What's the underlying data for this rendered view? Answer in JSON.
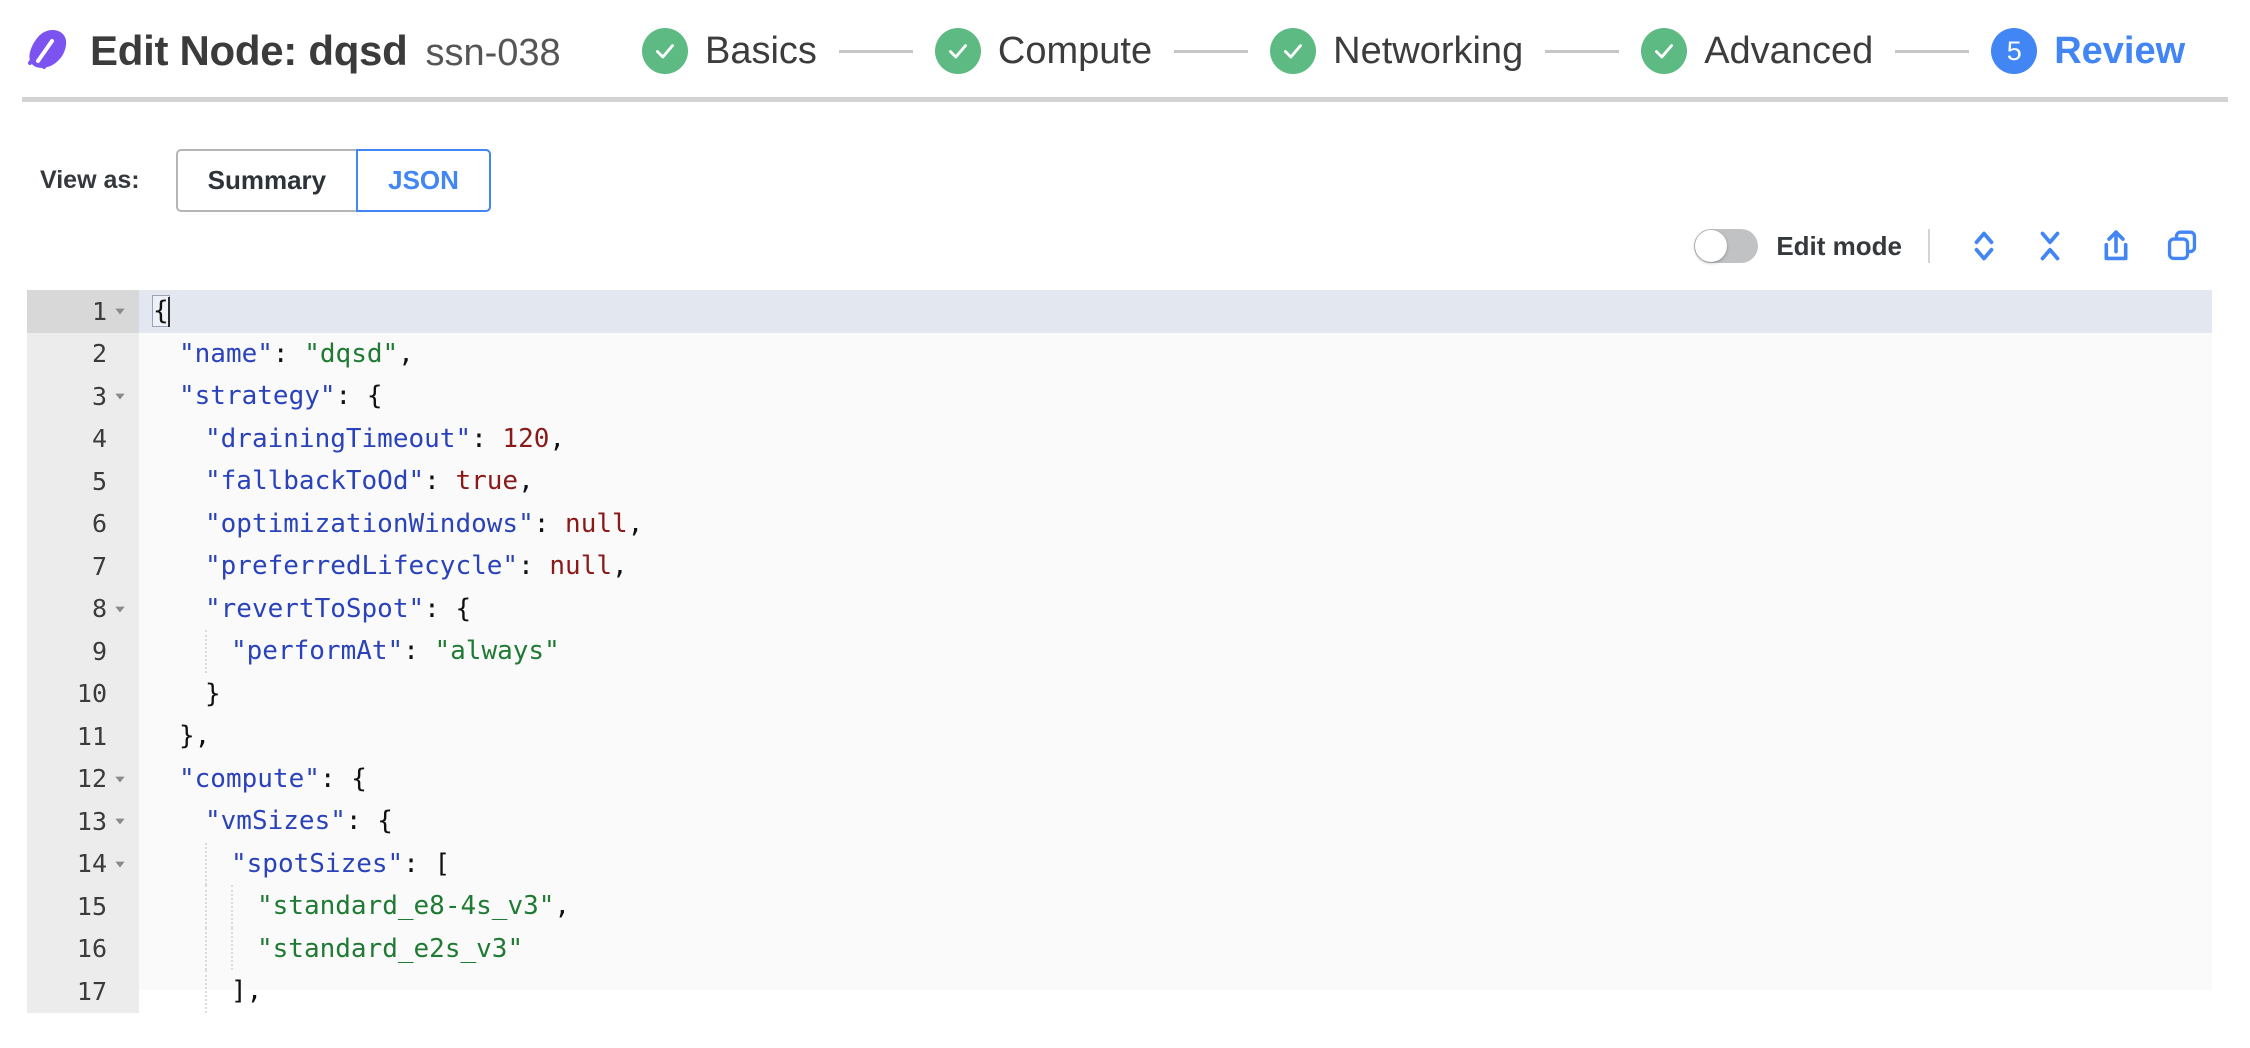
{
  "header": {
    "logo_icon": "spot-comet-logo",
    "title": "Edit Node: dqsd",
    "subtitle": "ssn-038",
    "steps": [
      {
        "label": "Basics",
        "state": "done",
        "badge": "check-icon"
      },
      {
        "label": "Compute",
        "state": "done",
        "badge": "check-icon"
      },
      {
        "label": "Networking",
        "state": "done",
        "badge": "check-icon"
      },
      {
        "label": "Advanced",
        "state": "done",
        "badge": "check-icon"
      },
      {
        "label": "Review",
        "state": "active",
        "badge": "5"
      }
    ]
  },
  "view_as": {
    "label": "View as:",
    "options": [
      {
        "label": "Summary",
        "selected": false
      },
      {
        "label": "JSON",
        "selected": true
      }
    ]
  },
  "editor_toolbar": {
    "edit_mode_label": "Edit mode",
    "edit_mode_on": false,
    "actions": [
      {
        "name": "expand-all-icon",
        "title": "Expand all"
      },
      {
        "name": "collapse-all-icon",
        "title": "Collapse all"
      },
      {
        "name": "share-icon",
        "title": "Share"
      },
      {
        "name": "copy-icon",
        "title": "Copy"
      }
    ]
  },
  "colors": {
    "accent_blue": "#4285f4",
    "step_done_green": "#5cba82",
    "logo_purple": "#7c52f0",
    "json_key": "#2a42ba",
    "json_string": "#1f7a34",
    "json_number": "#8a1a1a",
    "editor_bg": "#fafafa",
    "gutter_bg": "#ececec",
    "active_line_bg": "#e3e7f0"
  },
  "code": {
    "language": "json",
    "active_line": 1,
    "lines": [
      {
        "n": "1",
        "fold": true,
        "indent": 0,
        "text": "{"
      },
      {
        "n": "2",
        "fold": false,
        "indent": 1,
        "text": "\"name\": \"dqsd\","
      },
      {
        "n": "3",
        "fold": true,
        "indent": 1,
        "text": "\"strategy\": {"
      },
      {
        "n": "4",
        "fold": false,
        "indent": 2,
        "text": "\"drainingTimeout\": 120,"
      },
      {
        "n": "5",
        "fold": false,
        "indent": 2,
        "text": "\"fallbackToOd\": true,"
      },
      {
        "n": "6",
        "fold": false,
        "indent": 2,
        "text": "\"optimizationWindows\": null,"
      },
      {
        "n": "7",
        "fold": false,
        "indent": 2,
        "text": "\"preferredLifecycle\": null,"
      },
      {
        "n": "8",
        "fold": true,
        "indent": 2,
        "text": "\"revertToSpot\": {"
      },
      {
        "n": "9",
        "fold": false,
        "indent": 3,
        "text": "\"performAt\": \"always\""
      },
      {
        "n": "10",
        "fold": false,
        "indent": 2,
        "text": "}"
      },
      {
        "n": "11",
        "fold": false,
        "indent": 1,
        "text": "},"
      },
      {
        "n": "12",
        "fold": true,
        "indent": 1,
        "text": "\"compute\": {"
      },
      {
        "n": "13",
        "fold": true,
        "indent": 2,
        "text": "\"vmSizes\": {"
      },
      {
        "n": "14",
        "fold": true,
        "indent": 3,
        "text": "\"spotSizes\": ["
      },
      {
        "n": "15",
        "fold": false,
        "indent": 4,
        "text": "\"standard_e8-4s_v3\","
      },
      {
        "n": "16",
        "fold": false,
        "indent": 4,
        "text": "\"standard_e2s_v3\""
      },
      {
        "n": "17",
        "fold": false,
        "indent": 3,
        "text": "],"
      }
    ]
  }
}
